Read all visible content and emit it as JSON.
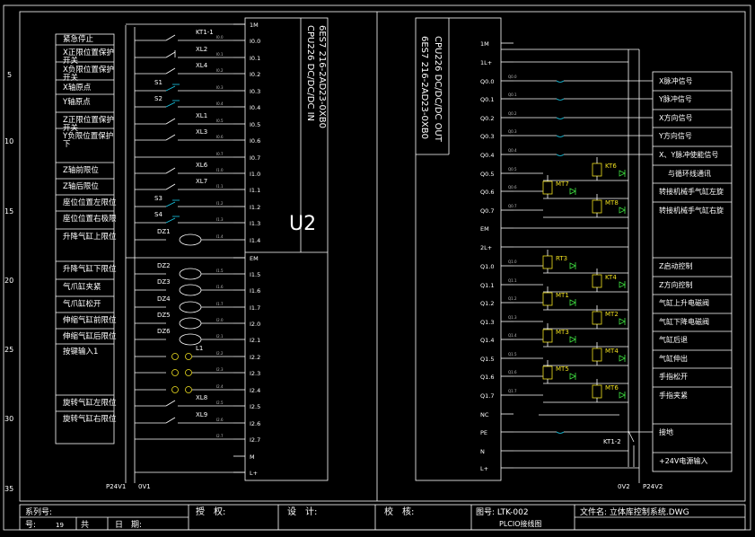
{
  "drawing": {
    "module_label": "U2",
    "cpu_in_text": "CPU226 DC/DC/DC IN",
    "cpu_in_model": "6ES7 216-2AD23-0XB0",
    "cpu_out_text": "CPU226 DC/DC/DC OUT",
    "cpu_out_model": "6ES7 216-2AD23-0XB0"
  },
  "ruler": [
    "5",
    "10",
    "15",
    "20",
    "25",
    "30",
    "35"
  ],
  "left_labels": [
    "紧急停止",
    "X正限位置保护开关",
    "X负限位置保护开关",
    "X轴原点",
    "Y轴原点",
    "Z正限位置保护开关",
    "Y负限位置保护下",
    "Z轴前限位",
    "Z轴后限位",
    "座位位置左限位",
    "座位位置右极限",
    "升降气缸上限位",
    "升降气缸下限位",
    "气爪缸夹紧",
    "气爪缸松开",
    "伸缩气缸前限位",
    "伸缩气缸后限位",
    "按键输入1",
    "旋转气缸左限位",
    "旋转气缸右限位"
  ],
  "input_terminals": [
    "1M",
    "I0.0",
    "I0.1",
    "I0.2",
    "I0.3",
    "I0.4",
    "I0.5",
    "I0.6",
    "I0.7",
    "I1.0",
    "I1.1",
    "I1.2",
    "I1.3",
    "I1.4",
    "EM",
    "I1.5",
    "I1.6",
    "I1.7",
    "I2.0",
    "I2.1",
    "I2.2",
    "I2.3",
    "I2.4",
    "I2.5",
    "I2.6",
    "I2.7",
    "M",
    "L+"
  ],
  "input_devices": [
    "KT1-1",
    "XL2",
    "XL4",
    "S1",
    "S2",
    "XL1",
    "XL3",
    "XL6",
    "XL7",
    "S3",
    "S4",
    "DZ1",
    "DZ2",
    "DZ3",
    "DZ4",
    "DZ5",
    "DZ6",
    "L1",
    "XL8",
    "XL9"
  ],
  "output_terminals": [
    "1M",
    "1L+",
    "Q0.0",
    "Q0.1",
    "Q0.2",
    "Q0.3",
    "Q0.4",
    "Q0.5",
    "Q0.6",
    "Q0.7",
    "EM",
    "2L+",
    "Q1.0",
    "Q1.1",
    "Q1.2",
    "Q1.3",
    "Q1.4",
    "Q1.5",
    "Q1.6",
    "Q1.7",
    "NC",
    "PE",
    "N",
    "L+"
  ],
  "output_devices": [
    "KT6",
    "MT7",
    "MT8",
    "RT3",
    "KT4",
    "MT1",
    "MT2",
    "MT3",
    "MT4",
    "MT5",
    "MT6",
    "KT1-2"
  ],
  "right_labels": [
    "X脉冲信号",
    "Y脉冲信号",
    "X方向信号",
    "Y方向信号",
    "X、Y脉冲使能信号",
    "与循环线通讯",
    "转接机械手气缸左旋",
    "转接机械手气缸右旋",
    "Z启动控制",
    "Z方向控制",
    "气缸上升电磁阀",
    "气缸下降电磁阀",
    "气缸后退",
    "气缸伸出",
    "手指松开",
    "手指夹紧",
    "接地",
    "+24V电源输入"
  ],
  "power_labels": {
    "in_left": "P24V1",
    "in_right": "0V1",
    "out_left": "0V2",
    "out_right": "P24V2"
  },
  "title_block": {
    "series": "系列号:",
    "number_label": "号:",
    "number_value": "19",
    "total_label": "共",
    "date_label": "日　期:",
    "authorized": "授　权:",
    "design": "设　计:",
    "check": "校　核:",
    "drawing_no": "图号: LTK-002",
    "drawing_title": "PLCIO接线图",
    "file_name": "文件名: 立体库控制系统.DWG"
  }
}
